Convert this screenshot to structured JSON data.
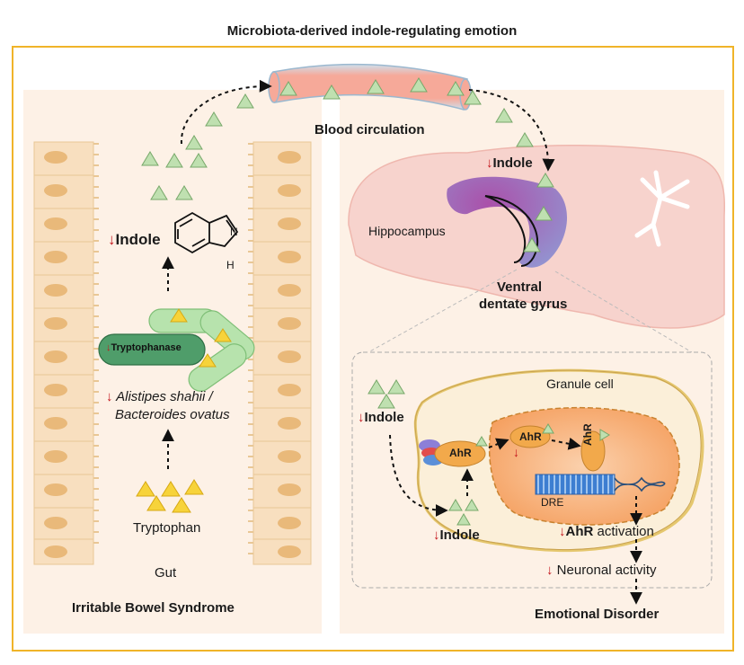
{
  "title": "Microbiota-derived indole-regulating emotion",
  "gut": {
    "indole_label": "Indole",
    "indole_h": "H",
    "indole_n": "N",
    "enzyme_label": "Tryptophanase",
    "bacteria_line1": "Alistipes shahii /",
    "bacteria_line2": "Bacteroides ovatus",
    "tryptophan_label": "Tryptophan",
    "gut_label": "Gut",
    "disease_label": "Irritable Bowel Syndrome"
  },
  "blood": {
    "label": "Blood circulation"
  },
  "brain": {
    "indole_label": "Indole",
    "hippocampus_label": "Hippocampus",
    "dg_line1": "Ventral",
    "dg_line2": "dentate gyrus"
  },
  "cell": {
    "indole_outer_label": "Indole",
    "granule_label": "Granule cell",
    "ahr_cytoplasm": "AhR",
    "ahr_nucleus": "AhR",
    "ahr_dimer": "AhR",
    "dre_label": "DRE",
    "indole_lower_label": "Indole",
    "ahr_activation_bold": "AhR",
    "ahr_activation_rest": " activation",
    "neuronal_label": "Neuronal activity",
    "outcome_label": "Emotional Disorder"
  },
  "symbols": {
    "down_arrow": "↓"
  },
  "colors": {
    "frame": "#f0b429",
    "panel": "#fdf3ea",
    "villi": "#f7dfc2",
    "cell_nucleus": "#e3b98a",
    "blood_vessel": "#f49a8c",
    "indole_triangle": "#bfe0b0",
    "tryptophan_triangle": "#f7d33a",
    "bacteria": "#a8dba0",
    "brain": "#f6cfc8",
    "hippocampus": "#9b59b6",
    "nucleus": "#f6a96b",
    "decrease_arrow": "#c4161c"
  }
}
